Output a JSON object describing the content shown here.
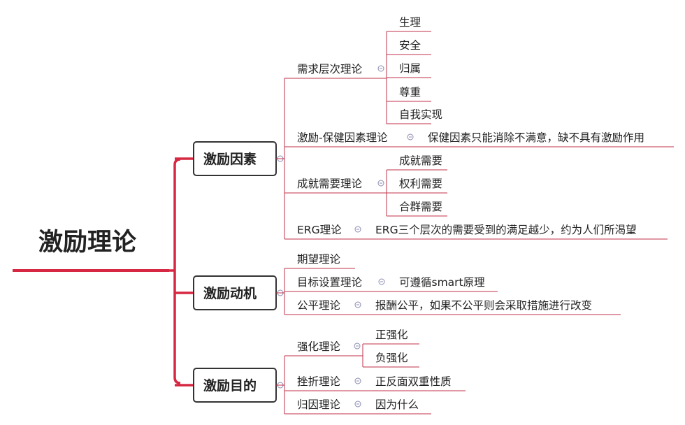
{
  "root": {
    "label": "激励理论"
  },
  "categories": [
    {
      "label": "激励因素",
      "topics": [
        {
          "label": "需求层次理论",
          "children": [
            "生理",
            "安全",
            "归属",
            "尊重",
            "自我实现"
          ]
        },
        {
          "label": "激励-保健因素理论",
          "note": "保健因素只能消除不满意，缺不具有激励作用"
        },
        {
          "label": "成就需要理论",
          "children": [
            "成就需要",
            "权利需要",
            "合群需要"
          ]
        },
        {
          "label": "ERG理论",
          "note": "ERG三个层次的需要受到的满足越少，约为人们所渴望"
        }
      ]
    },
    {
      "label": "激励动机",
      "topics": [
        {
          "label": "期望理论"
        },
        {
          "label": "目标设置理论",
          "note": "可遵循smart原理"
        },
        {
          "label": "公平理论",
          "note": "报酬公平，如果不公平则会采取措施进行改变"
        }
      ]
    },
    {
      "label": "激励目的",
      "topics": [
        {
          "label": "强化理论",
          "children": [
            "正强化",
            "负强化"
          ]
        },
        {
          "label": "挫折理论",
          "note": "正反面双重性质"
        },
        {
          "label": "归因理论",
          "note": "因为什么"
        }
      ]
    }
  ],
  "colors": {
    "accent": "#d62842",
    "line": "#c0304a",
    "box_border": "#333333",
    "collapse_icon": "#8a8ab0"
  }
}
